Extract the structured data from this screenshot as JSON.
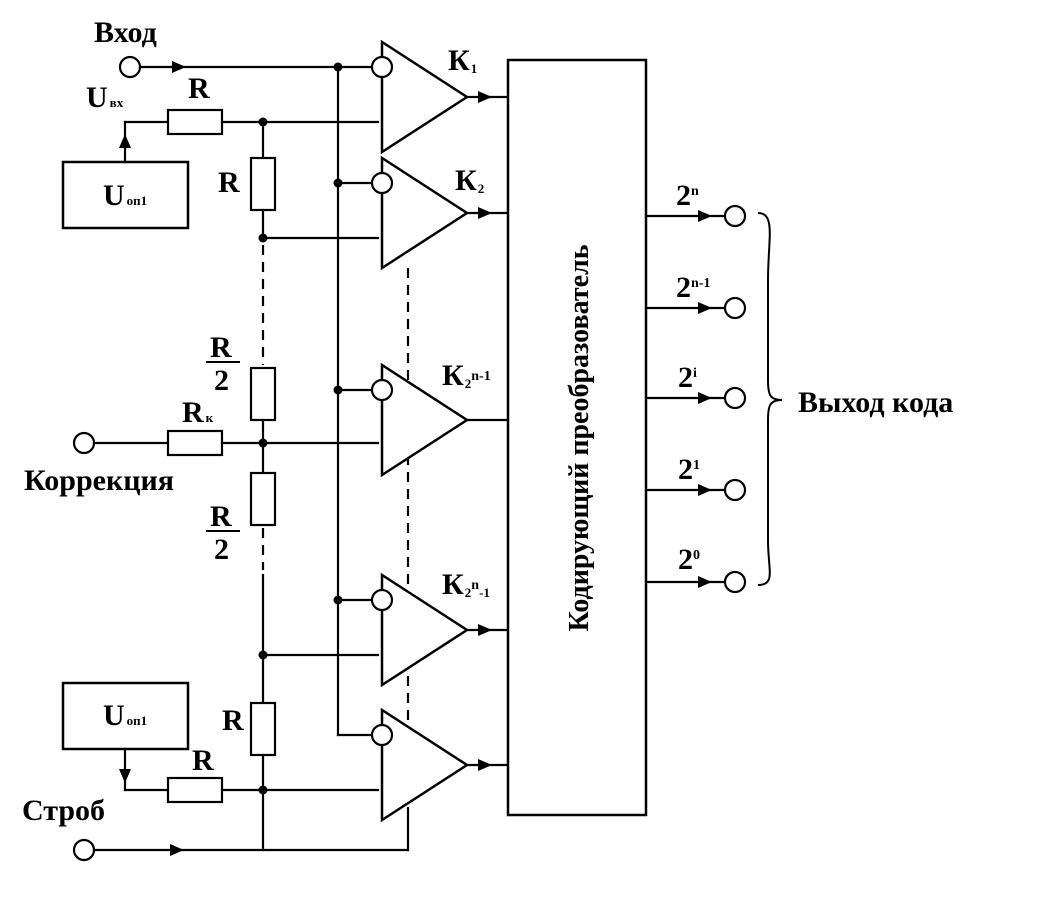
{
  "labels": {
    "input": "Вход",
    "u_in": "U",
    "u_in_sub": "вх",
    "ref_top": "U",
    "ref_top_sub": "оп1",
    "ref_bottom": "U",
    "ref_bottom_sub": "оп1",
    "r1": "R",
    "r2": "R",
    "r_half_top_num": "R",
    "r_half_top_den": "2",
    "rk": "R",
    "rk_sub": "к",
    "correction": "Коррекция",
    "r_half_bot_num": "R",
    "r_half_bot_den": "2",
    "r_bottom_vert": "R",
    "r_bottom_horiz": "R",
    "strobe": "Строб",
    "k1": "К",
    "k1_sub": "1",
    "k2": "К",
    "k2_sub": "2",
    "k3": "К",
    "k3_sub": "2",
    "k3_sup": "n-1",
    "k4": "К",
    "k4_sub": "2",
    "k4_sup": "n",
    "k4_tail": "-1",
    "encoder": "Кодирующий преобразователь",
    "out_n": "2",
    "out_n_sup": "n",
    "out_n1": "2",
    "out_n1_sup": "n-1",
    "out_i": "2",
    "out_i_sup": "i",
    "out_1": "2",
    "out_1_sup": "1",
    "out_0": "2",
    "out_0_sup": "0",
    "code_output": "Выход кода"
  }
}
